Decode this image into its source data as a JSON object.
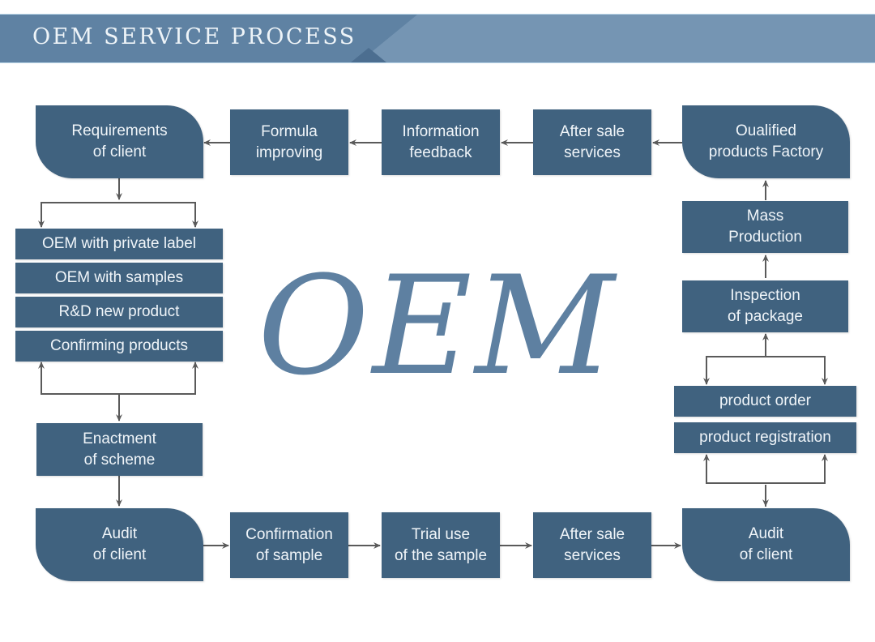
{
  "header": {
    "title": "OEM SERVICE PROCESS",
    "colors": {
      "banner": "#7595b3",
      "banner_dark": "#5f82a3",
      "node": "#40627f",
      "text": "#f0f5f9",
      "arrow": "#5a5a5a"
    }
  },
  "watermark": "OEM",
  "nodes": {
    "requirements_of_client": "Requirements\nof client",
    "formula_improving": "Formula\nimproving",
    "information_feedback": "Information\nfeedback",
    "after_sale_services_top": "After sale\nservices",
    "qualified_products_factory": "Oualified\nproducts Factory",
    "mass_production": "Mass\nProduction",
    "inspection_of_package": "Inspection\nof package",
    "product_order": "product order",
    "product_registration": "product registration",
    "audit_of_client_right": "Audit\nof client",
    "after_sale_services_bottom": "After sale\nservices",
    "trial_use_of_sample": "Trial use\nof the sample",
    "confirmation_of_sample": "Confirmation\nof sample",
    "audit_of_client_left": "Audit\nof  client",
    "enactment_of_scheme": "Enactment\nof scheme"
  },
  "oem_options": [
    "OEM with private label",
    "OEM with samples",
    "R&D new product",
    "Confirming products"
  ]
}
